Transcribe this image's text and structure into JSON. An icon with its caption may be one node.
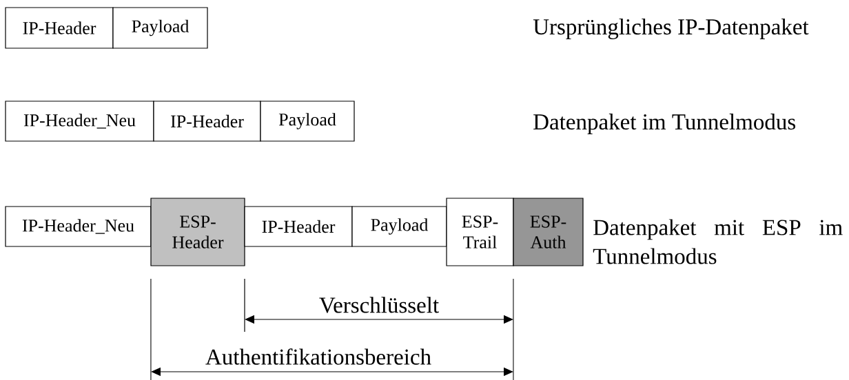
{
  "diagram": {
    "nodes": [
      {
        "text": [
          "IP-Header"
        ]
      },
      {
        "text": [
          "Payload"
        ]
      },
      {
        "text": [
          "IP-Header_Neu"
        ]
      },
      {
        "text": [
          "IP-Header"
        ]
      },
      {
        "text": [
          "Payload"
        ]
      },
      {
        "text": [
          "IP-Header_Neu"
        ]
      },
      {
        "text": [
          "ESP- Header"
        ]
      },
      {
        "text": [
          "IP-Header"
        ]
      },
      {
        "text": [
          "Payload"
        ]
      },
      {
        "text": [
          "ESP- Trail"
        ]
      },
      {
        "text": [
          "ESP- Auth"
        ]
      }
    ],
    "edges": [],
    "labels": [
      "Ursprüngliches IP-Datenpaket",
      "Datenpaket im Tunnelmodus",
      "Datenpaket mit ESP im Tunnelmodus",
      "Verschlüsselt",
      "Authentifikationsbereich"
    ]
  }
}
